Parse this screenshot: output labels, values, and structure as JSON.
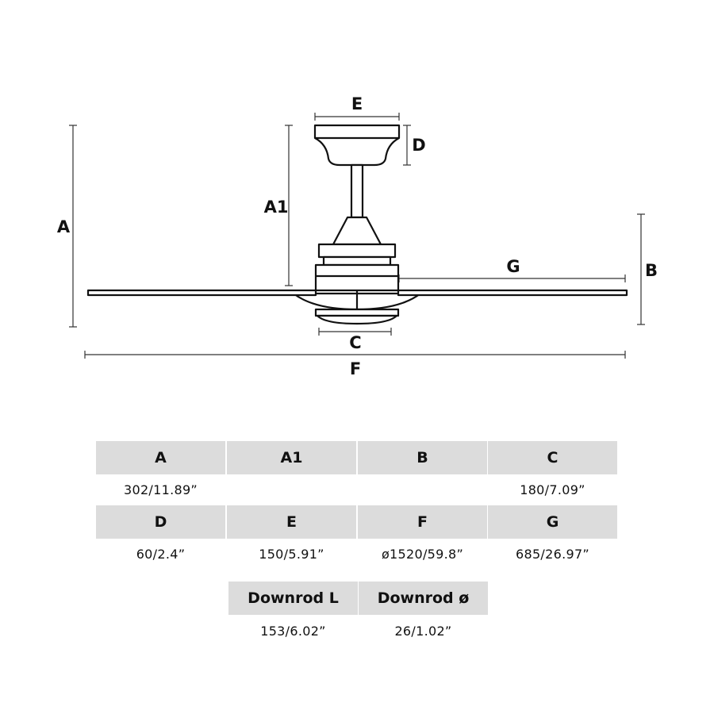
{
  "diagram": {
    "labels": {
      "a": "A",
      "a1": "A1",
      "b": "B",
      "c": "C",
      "d": "D",
      "e": "E",
      "f": "F",
      "g": "G"
    }
  },
  "table": {
    "rows": [
      {
        "headers": [
          "A",
          "A1",
          "B",
          "C"
        ],
        "values": [
          "302/11.89”",
          "",
          "",
          "180/7.09”"
        ]
      },
      {
        "headers": [
          "D",
          "E",
          "F",
          "G"
        ],
        "values": [
          "60/2.4”",
          "150/5.91”",
          "ø1520/59.8”",
          "685/26.97”"
        ]
      },
      {
        "headers": [
          "Downrod L",
          "Downrod ø"
        ],
        "values": [
          "153/6.02”",
          "26/1.02”"
        ]
      }
    ]
  }
}
